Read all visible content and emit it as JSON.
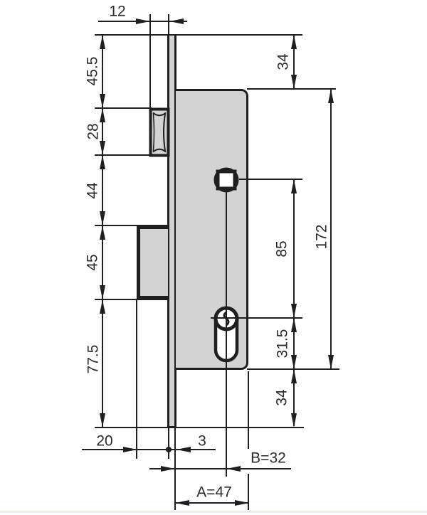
{
  "drawing": {
    "background": "#ffffff",
    "line_color": "#1f1f1f",
    "part_fill": "#d3d3d3",
    "dims": {
      "latch_projection": "12",
      "plate_top_to_latch": "45.5",
      "latch_height": "28",
      "latch_to_deadbolt": "44",
      "deadbolt_height": "45",
      "deadbolt_to_plate_bottom": "77.5",
      "deadbolt_throw": "20",
      "faceplate_thickness": "3",
      "plate_top_to_case": "34",
      "spindle_to_cylinder": "85",
      "case_height": "172",
      "cylinder_to_case_bottom": "31.5",
      "case_bottom_to_plate_bottom": "34",
      "backset": "B=32",
      "case_depth": "A=47"
    }
  }
}
